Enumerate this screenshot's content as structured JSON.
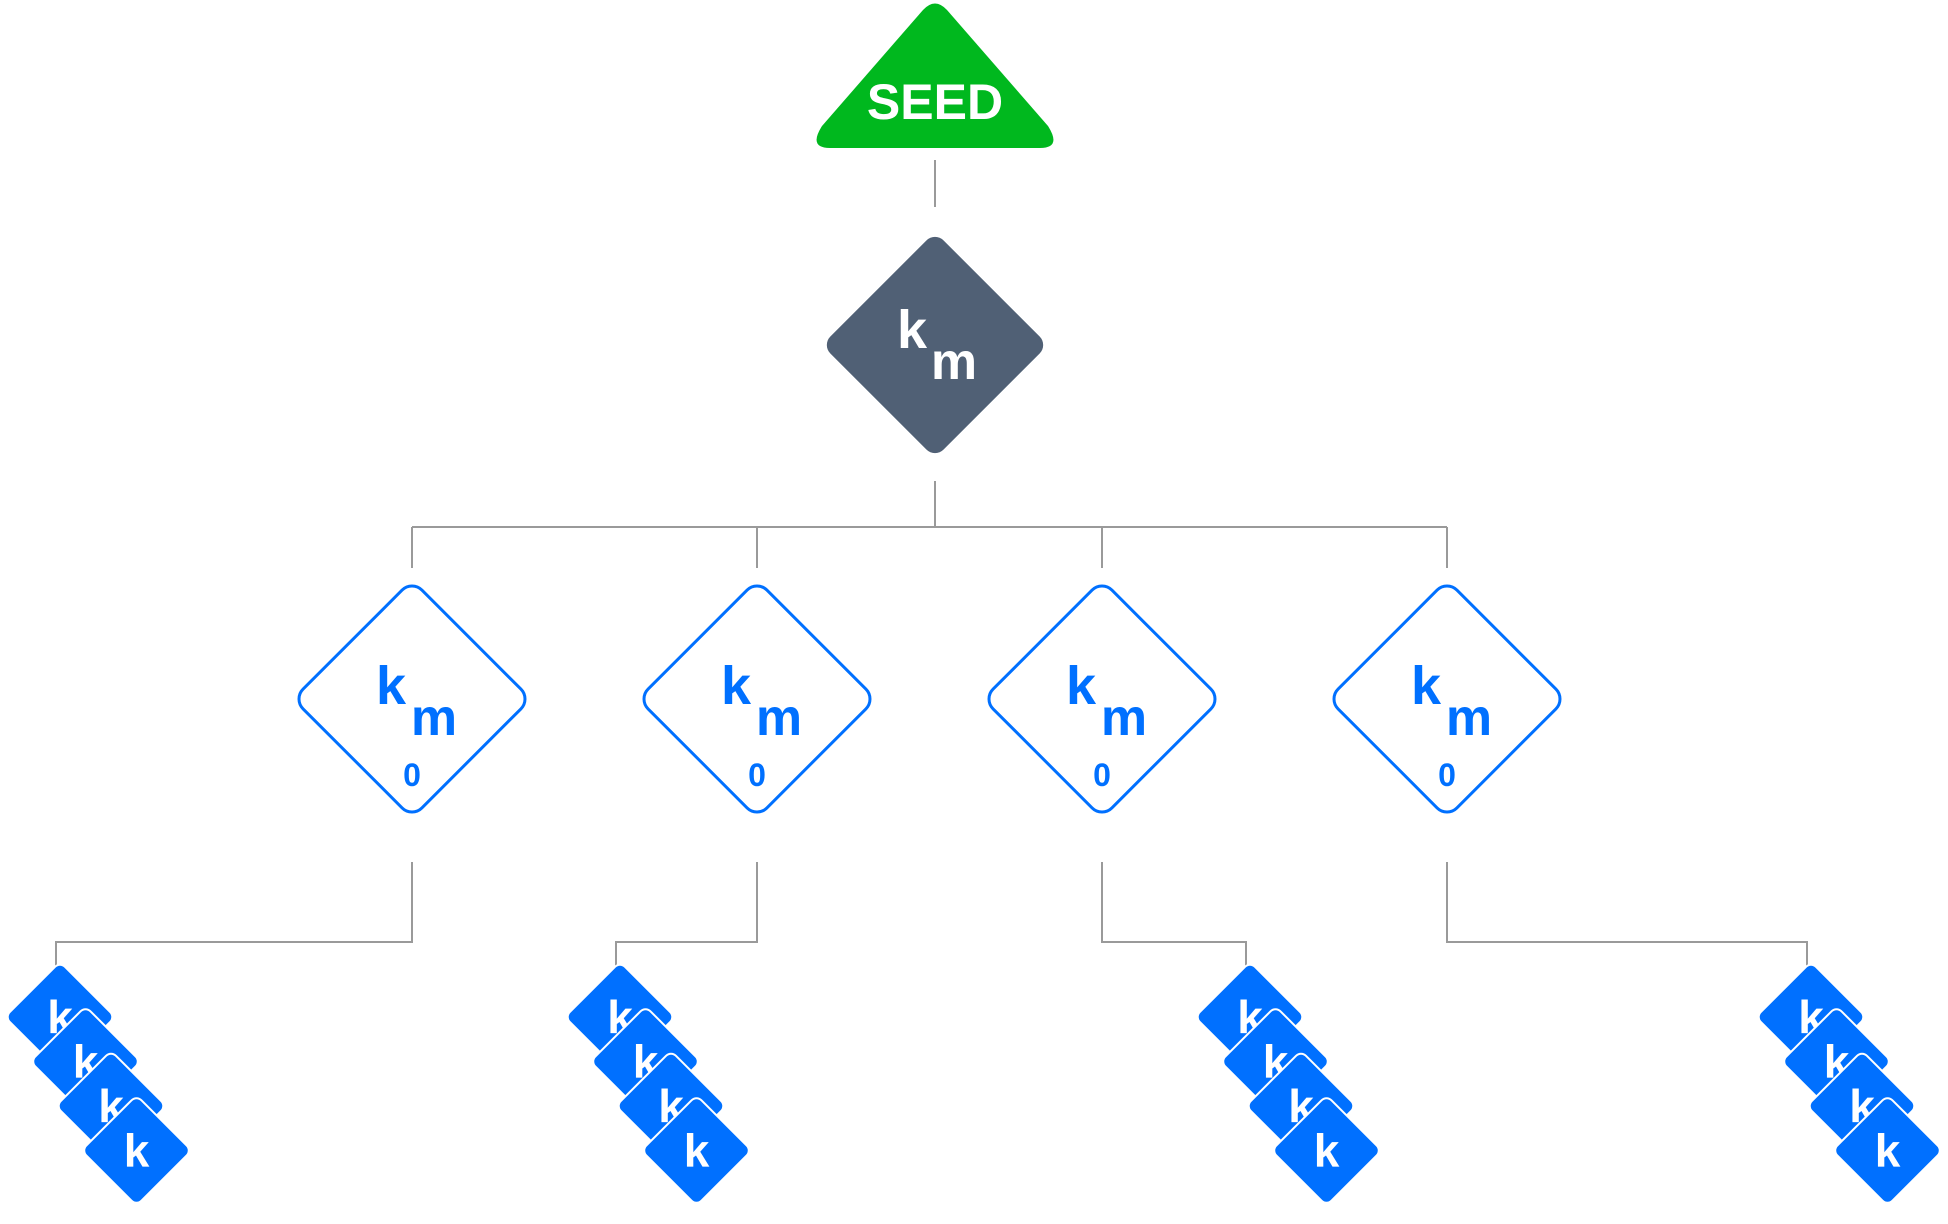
{
  "diagram": {
    "type": "key-derivation-tree",
    "colors": {
      "seed": "#00B81E",
      "master": "#506075",
      "child": "#0070FF",
      "connector": "#9a9a9a",
      "text_on_fill": "#ffffff"
    },
    "root": {
      "label": "SEED",
      "shape": "triangle"
    },
    "master": {
      "label_main": "k",
      "label_sub": "m",
      "shape": "diamond-filled"
    },
    "children": [
      {
        "label_main": "k",
        "label_sub": "m",
        "label_index": "0",
        "shape": "diamond-outline",
        "leaves": {
          "label": "k",
          "count": 4,
          "branch": "left"
        }
      },
      {
        "label_main": "k",
        "label_sub": "m",
        "label_index": "0",
        "shape": "diamond-outline",
        "leaves": {
          "label": "k",
          "count": 4,
          "branch": "left"
        }
      },
      {
        "label_main": "k",
        "label_sub": "m",
        "label_index": "0",
        "shape": "diamond-outline",
        "leaves": {
          "label": "k",
          "count": 4,
          "branch": "right"
        }
      },
      {
        "label_main": "k",
        "label_sub": "m",
        "label_index": "0",
        "shape": "diamond-outline",
        "leaves": {
          "label": "k",
          "count": 4,
          "branch": "right"
        }
      }
    ]
  }
}
